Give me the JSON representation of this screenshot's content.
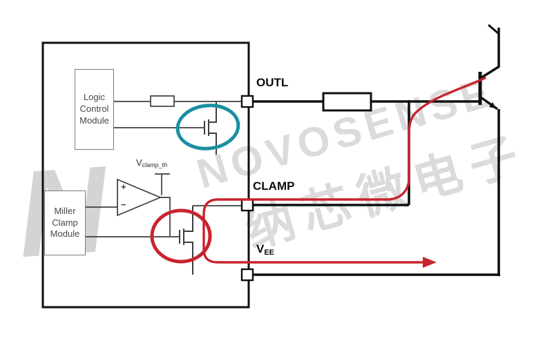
{
  "watermark": {
    "brand": "NOVOSENSE",
    "brand_cn": "纳芯微电子",
    "logo_letter": "N"
  },
  "modules": {
    "logic_control": "Logic Control Module",
    "miller_clamp": "Miller Clamp Module"
  },
  "labels": {
    "outl": "OUTL",
    "clamp": "CLAMP",
    "vee_main": "V",
    "vee_sub": "EE",
    "vth_main": "V",
    "vth_sub": "clamp_th",
    "comparator_plus": "+",
    "comparator_minus": "−"
  },
  "colors": {
    "teal_highlight": "#1a8fa1",
    "red_highlight": "#c9232e",
    "wire": "#0f0f0f",
    "internal_wire": "#3d3d3d"
  }
}
